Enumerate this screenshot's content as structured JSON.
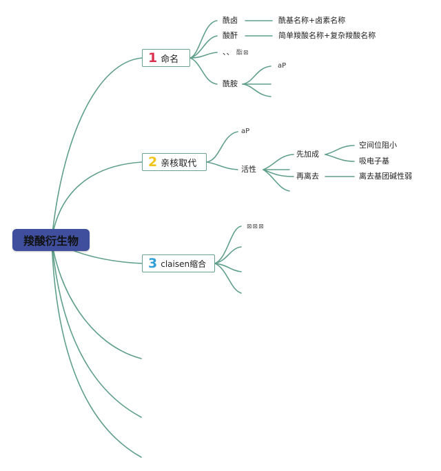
{
  "root": {
    "label": "羧酸衍生物"
  },
  "branches": [
    {
      "number": "1",
      "number_color": "#d9304f",
      "label": "命名"
    },
    {
      "number": "2",
      "number_color": "#f0c419",
      "label": "亲核取代"
    },
    {
      "number": "3",
      "number_color": "#2e9fd8",
      "label": "claisen缩合"
    }
  ],
  "naming": {
    "acyl_halide": {
      "label": "酰卤",
      "rule": "酰基名称+卤素名称"
    },
    "anhydride": {
      "label": "酸酐",
      "rule": "简单羧酸名称+复杂羧酸名称"
    },
    "ester": {
      "label": "、、",
      "glyph": "酯⊠"
    },
    "amide": {
      "label": "酰胺",
      "child": "aP"
    }
  },
  "substitution": {
    "first_child": "aP",
    "activity": {
      "label": "活性"
    },
    "add_first": {
      "label": "先加成",
      "children": [
        "空间位阻小",
        "吸电子基"
      ]
    },
    "eliminate": {
      "label": "再离去",
      "child": "离去基团碱性弱"
    }
  },
  "claisen": {
    "glyph": "⊠⊠⊠"
  },
  "colors": {
    "edge": "#5f9e8a",
    "root_bg": "#3f4f9e",
    "box_border": "#6a9f8e"
  }
}
